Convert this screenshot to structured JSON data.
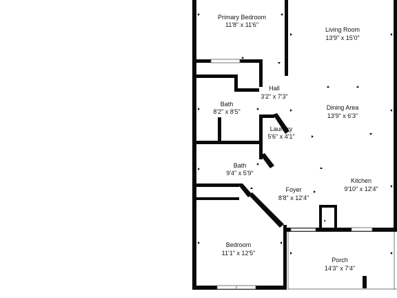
{
  "plan": {
    "wall_color": "#0a0a0a",
    "rooms": [
      {
        "id": "primary-bedroom",
        "name": "Primary Bedroom",
        "dims": "11'8\" x 11'6\""
      },
      {
        "id": "living-room",
        "name": "Living Room",
        "dims": "13'9\" x 15'0\""
      },
      {
        "id": "hall",
        "name": "Hall",
        "dims": "3'2\" x 7'3\""
      },
      {
        "id": "bath-1",
        "name": "Bath",
        "dims": "8'2\" x 8'5\""
      },
      {
        "id": "dining-area",
        "name": "Dining Area",
        "dims": "13'9\" x 6'3\""
      },
      {
        "id": "laundry",
        "name": "Laundry",
        "dims": "5'6\" x 4'1\""
      },
      {
        "id": "bath-2",
        "name": "Bath",
        "dims": "9'4\" x 5'9\""
      },
      {
        "id": "foyer",
        "name": "Foyer",
        "dims": "8'8\" x 12'4\""
      },
      {
        "id": "kitchen",
        "name": "Kitchen",
        "dims": "9'10\" x 12'4\""
      },
      {
        "id": "bedroom",
        "name": "Bedroom",
        "dims": "11'1\" x 12'5\""
      },
      {
        "id": "porch",
        "name": "Porch",
        "dims": "14'3\" x 7'4\""
      }
    ]
  }
}
